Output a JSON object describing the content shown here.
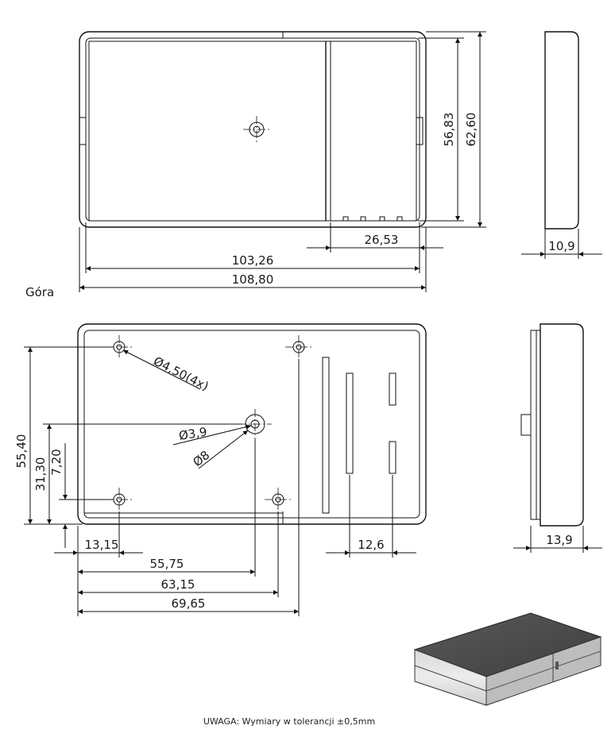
{
  "views": {
    "top_label": "Góra"
  },
  "dimensions": {
    "top_inner_height": "56,83",
    "top_outer_height": "62,60",
    "top_compartment_width": "26,53",
    "top_inner_width": "103,26",
    "top_outer_width": "108,80",
    "side_top_thickness": "10,9",
    "hole_small": "Ø4,50(4x)",
    "hole_center": "Ø3,9",
    "boss_center": "Ø8",
    "height_55_40": "55,40",
    "height_31_30": "31,30",
    "height_7_20": "7,20",
    "x_13_15": "13,15",
    "x_55_75": "55,75",
    "x_63_15": "63,15",
    "x_69_65": "69,65",
    "slot_spacing": "12,6",
    "side_bottom_thickness": "13,9"
  },
  "note": "UWAGA: Wymiary w tolerancji ±0,5mm"
}
